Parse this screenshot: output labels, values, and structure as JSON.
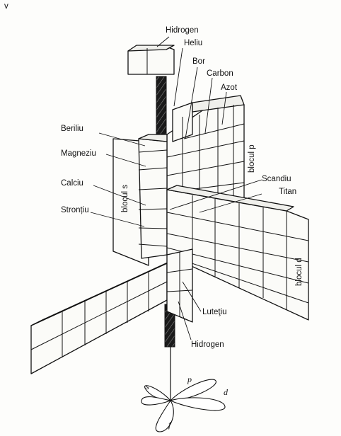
{
  "corner_mark": "v",
  "labels": {
    "hidrogen_top": "Hidrogen",
    "heliu": "Heliu",
    "bor": "Bor",
    "carbon": "Carbon",
    "azot": "Azot",
    "beriliu": "Beriliu",
    "magneziu": "Magneziu",
    "calciu": "Calciu",
    "strontiu": "Stronțiu",
    "scandiu": "Scandiu",
    "titan": "Titan",
    "lutetiu": "Luteţiu",
    "hidrogen_bottom": "Hidrogen"
  },
  "blocks": {
    "s": "blocul s",
    "p": "blocul p",
    "d": "blocul d"
  },
  "orbitals": {
    "s": "s",
    "p": "p",
    "d": "d",
    "f": "f"
  }
}
